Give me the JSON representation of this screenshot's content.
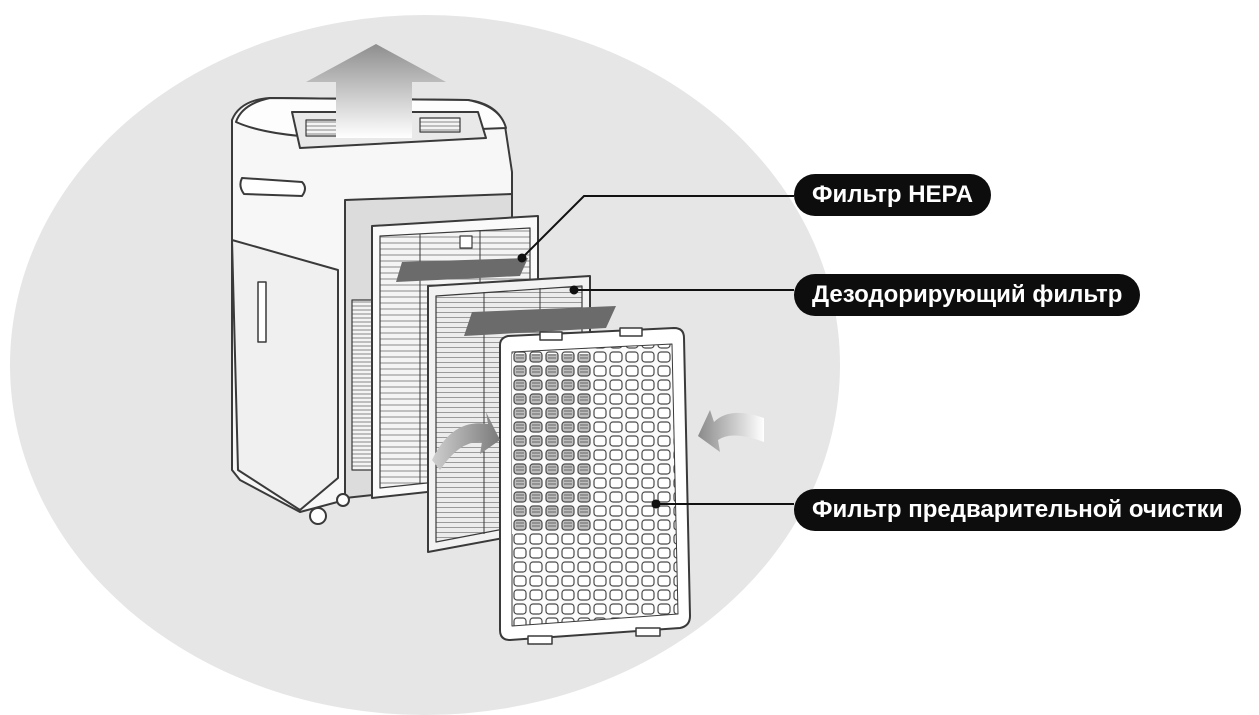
{
  "labels": {
    "hepa": "Фильтр HEPA",
    "deodorizing": "Дезодорирующий фильтр",
    "prefilter": "Фильтр предварительной очистки"
  },
  "colors": {
    "background_circle": "#e6e6e6",
    "outline": "#3a3a3a",
    "callout_fill": "#0d0d0d",
    "callout_text": "#ffffff",
    "arrow_fill": "#9a9a9a"
  }
}
